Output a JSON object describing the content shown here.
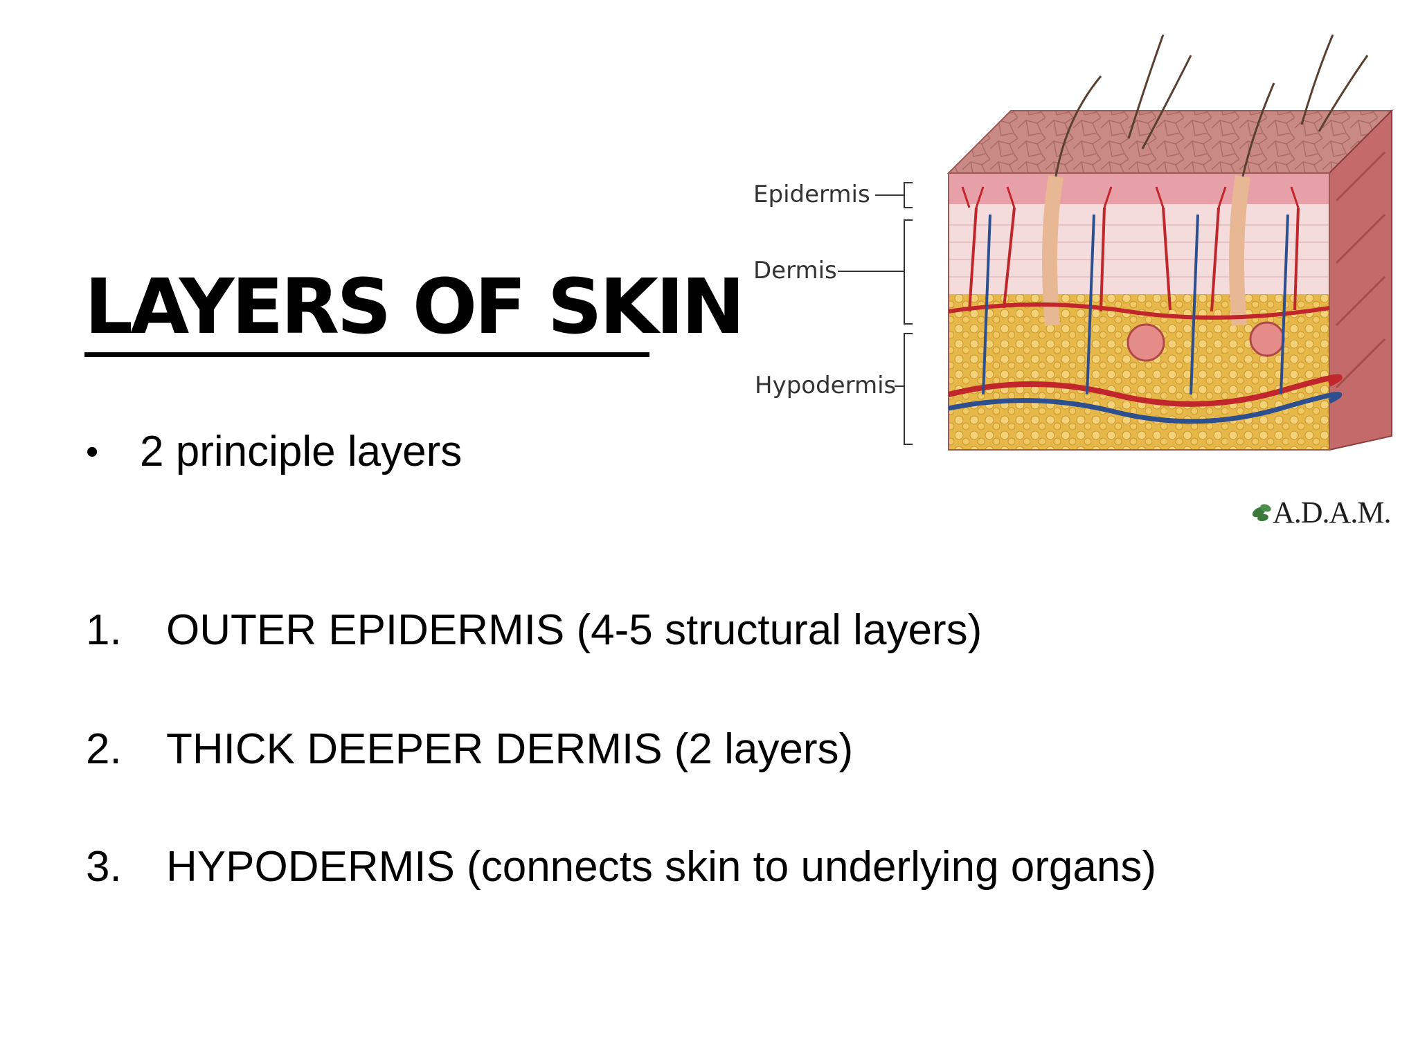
{
  "slide": {
    "title": "LAYERS OF SKIN",
    "bullet": {
      "marker": "•",
      "text": "2 principle layers"
    },
    "numbered_list": [
      {
        "number": "1.",
        "text": "OUTER EPIDERMIS (4-5 structural layers)"
      },
      {
        "number": "2.",
        "text": "THICK DEEPER DERMIS (2 layers)"
      },
      {
        "number": "3.",
        "text": "HYPODERMIS (connects skin to underlying organs)"
      }
    ]
  },
  "figure": {
    "labels": {
      "epidermis": "Epidermis",
      "dermis": "Dermis",
      "hypodermis": "Hypodermis"
    },
    "credit": "A.D.A.M.",
    "colors": {
      "surface": "#c98a85",
      "epidermis": "#e8a0a8",
      "dermis": "#f4dcdc",
      "hypodermis": "#e6b84a",
      "artery": "#c0262b",
      "vein": "#2d4f8f"
    }
  }
}
